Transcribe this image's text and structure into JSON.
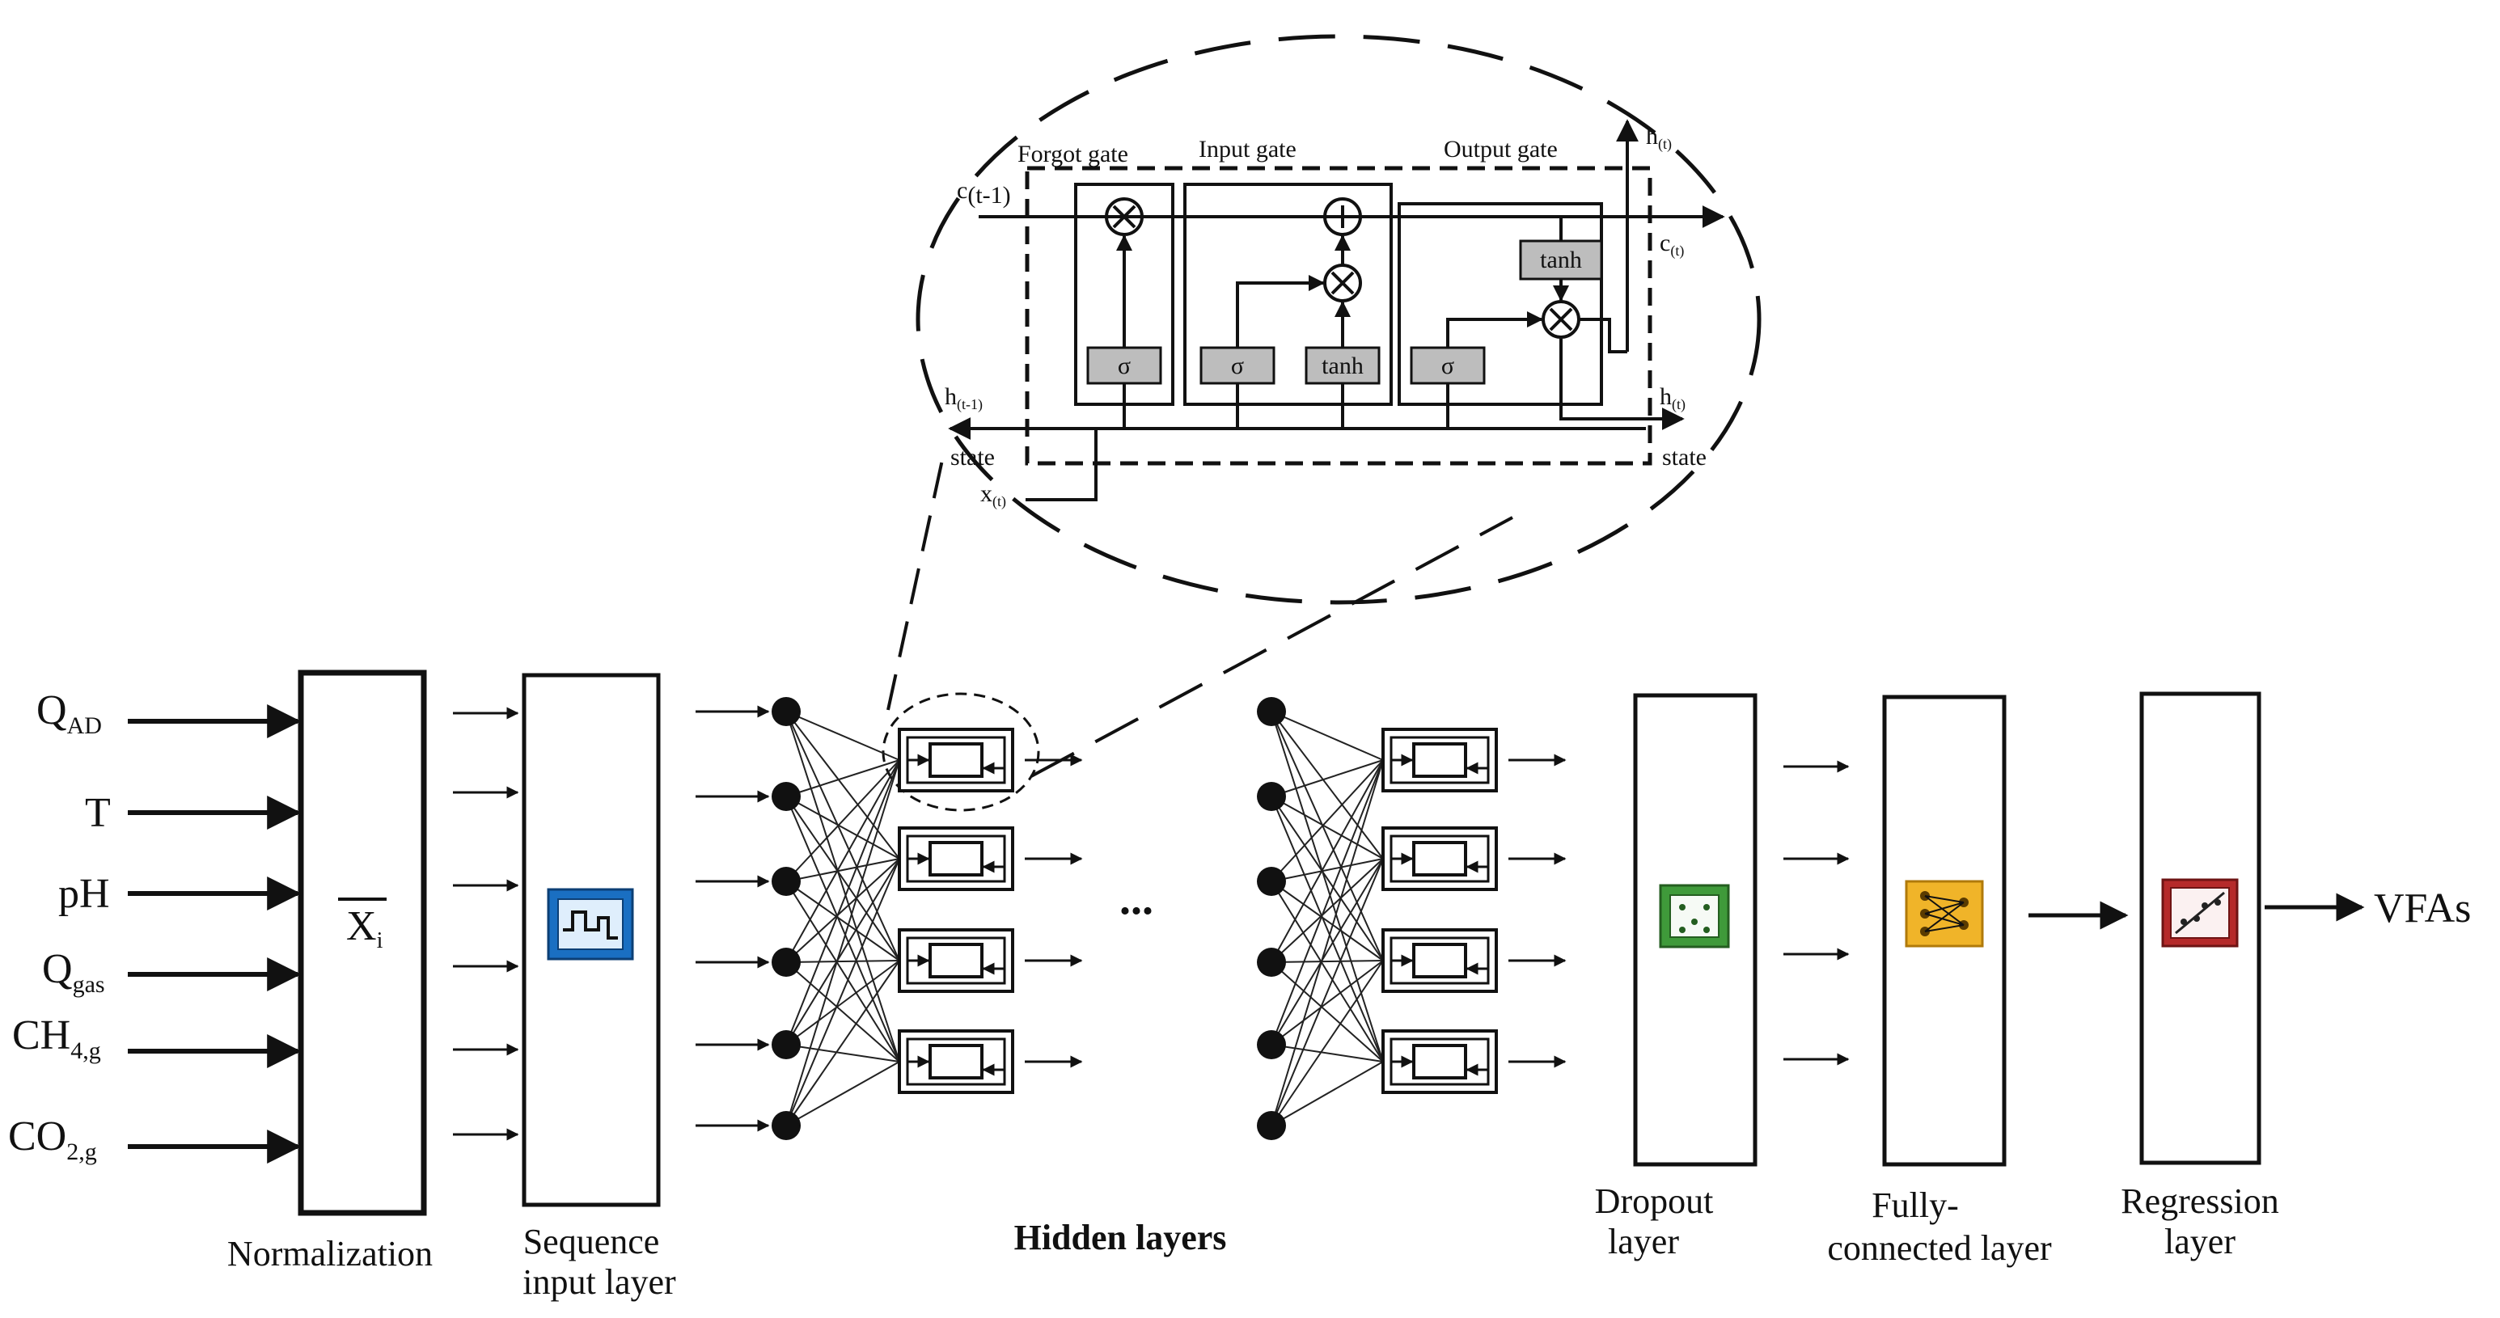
{
  "inputs": [
    {
      "main": "Q",
      "sub": "AD"
    },
    {
      "main": "T",
      "sub": ""
    },
    {
      "main": "pH",
      "sub": ""
    },
    {
      "main": "Q",
      "sub": "gas"
    },
    {
      "main": "CH",
      "sub": "4,g"
    },
    {
      "main": "CO",
      "sub": "2,g"
    }
  ],
  "normalization": {
    "symbol": "X",
    "sub": "i",
    "label": "Normalization"
  },
  "sequence_input": {
    "label_line1": "Sequence",
    "label_line2": "input layer"
  },
  "hidden": {
    "label": "Hidden layers",
    "ellipsis": "..."
  },
  "dropout": {
    "label_line1": "Dropout",
    "label_line2": "layer"
  },
  "fully_connected": {
    "label_line1": "Fully-",
    "label_line2": "connected layer"
  },
  "regression": {
    "label_line1": "Regression",
    "label_line2": "layer"
  },
  "output": {
    "label": "VFAs"
  },
  "lstm_cell": {
    "forgot_gate": "Forgot gate",
    "input_gate": "Input gate",
    "output_gate": "Output gate",
    "sigma": "σ",
    "tanh": "tanh",
    "c_prev": "c",
    "c_prev_sub": "(t-1)",
    "c_t": "c",
    "c_t_sub": "(t)",
    "h_prev": "h",
    "h_prev_sub": "(t-1)",
    "h_t_top": "h",
    "h_t_top_sub": "(t)",
    "h_t": "h",
    "h_t_sub": "(t)",
    "x_t": "x",
    "x_t_sub": "(t)",
    "state_left": "state",
    "state_right": "state"
  },
  "colors": {
    "sequence_icon": "#1a6fc2",
    "dropout_icon": "#3f9a3a",
    "fc_icon": "#f0b429",
    "regression_icon": "#b52a2a"
  }
}
